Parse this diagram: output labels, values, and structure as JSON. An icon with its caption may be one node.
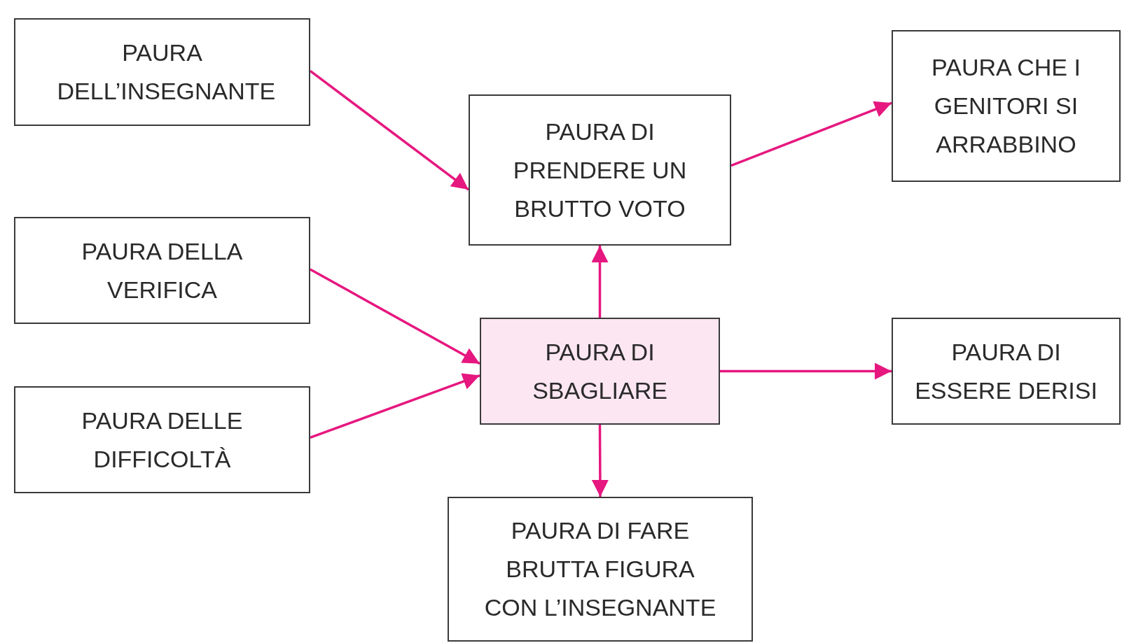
{
  "diagram": {
    "nodes": [
      {
        "text": [
          "PAURA DELL’INSEGNANTE"
        ]
      },
      {
        "text": [
          "PAURA DI PRENDERE UN BRUTTO VOTO"
        ]
      },
      {
        "text": [
          "PAURA CHE I GENITORI SI ARRABBINO"
        ]
      },
      {
        "text": [
          "PAURA DELLA VERIFICA"
        ]
      },
      {
        "text": [
          "PAURA DI SBAGLIARE"
        ]
      },
      {
        "text": [
          "PAURA DI ESSERE DERISI"
        ]
      },
      {
        "text": [
          "PAURA DELLE DIFFICOLTÀ"
        ]
      },
      {
        "text": [
          "PAURA DI FARE BRUTTA FIGURA CON L’INSEGNANTE"
        ]
      }
    ],
    "edges": [
      {
        "from": 0,
        "to": 1,
        "arrow": "to"
      },
      {
        "from": 1,
        "to": 2,
        "arrow": "to"
      },
      {
        "from": 3,
        "to": 4,
        "arrow": "to"
      },
      {
        "from": 6,
        "to": 4,
        "arrow": "to"
      },
      {
        "from": 4,
        "to": 1,
        "arrow": "to"
      },
      {
        "from": 4,
        "to": 5,
        "arrow": "to"
      },
      {
        "from": 4,
        "to": 7,
        "arrow": "to"
      }
    ]
  }
}
